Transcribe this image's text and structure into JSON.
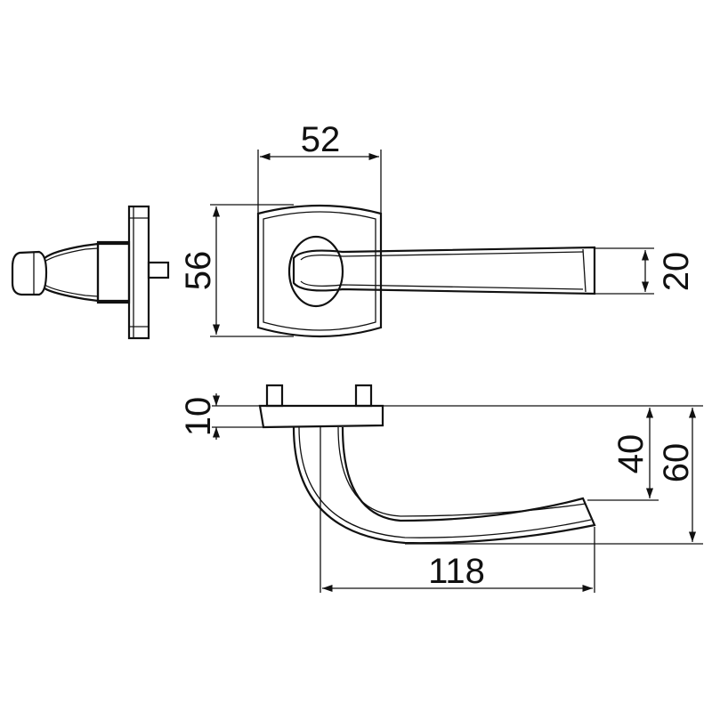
{
  "drawing": {
    "colors": {
      "line": "#111111",
      "background": "#ffffff"
    },
    "dimensions": {
      "rosette_width": "52",
      "rosette_height": "56",
      "lever_height": "20",
      "rosette_thickness": "10",
      "lever_drop": "40",
      "total_depth": "60",
      "lever_length": "118"
    }
  }
}
